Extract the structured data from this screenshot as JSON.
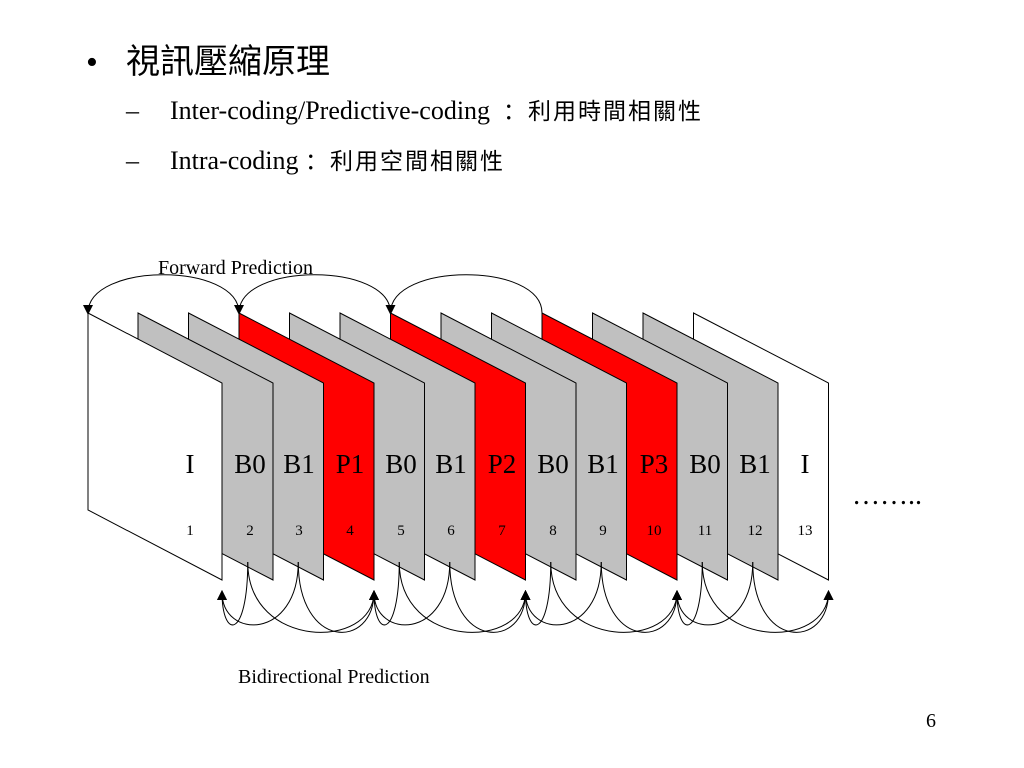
{
  "bullets": {
    "b1": {
      "marker": "•",
      "text": "視訊壓縮原理"
    },
    "b2": {
      "marker": "–",
      "text": "Inter-coding/Predictive-coding",
      "cjk": "：利用時間相關性"
    },
    "b3": {
      "marker": "–",
      "text": "Intra-coding ",
      "cjk": "：利用空間相關性"
    }
  },
  "diagram": {
    "forward_label": "Forward Prediction",
    "bidirectional_label": "Bidirectional Prediction",
    "ellipsis": "……..",
    "frames": [
      {
        "label": "I",
        "index": "1",
        "type": "I"
      },
      {
        "label": "B0",
        "index": "2",
        "type": "B"
      },
      {
        "label": "B1",
        "index": "3",
        "type": "B"
      },
      {
        "label": "P1",
        "index": "4",
        "type": "P"
      },
      {
        "label": "B0",
        "index": "5",
        "type": "B"
      },
      {
        "label": "B1",
        "index": "6",
        "type": "B"
      },
      {
        "label": "P2",
        "index": "7",
        "type": "P"
      },
      {
        "label": "B0",
        "index": "8",
        "type": "B"
      },
      {
        "label": "B1",
        "index": "9",
        "type": "B"
      },
      {
        "label": "P3",
        "index": "10",
        "type": "P"
      },
      {
        "label": "B0",
        "index": "11",
        "type": "B"
      },
      {
        "label": "B1",
        "index": "12",
        "type": "B"
      },
      {
        "label": "I",
        "index": "13",
        "type": "I"
      }
    ],
    "colors": {
      "I": "#ffffff",
      "B": "#c0c0c0",
      "P": "#ff0000",
      "stroke": "#000000"
    }
  },
  "slide_number": "6"
}
